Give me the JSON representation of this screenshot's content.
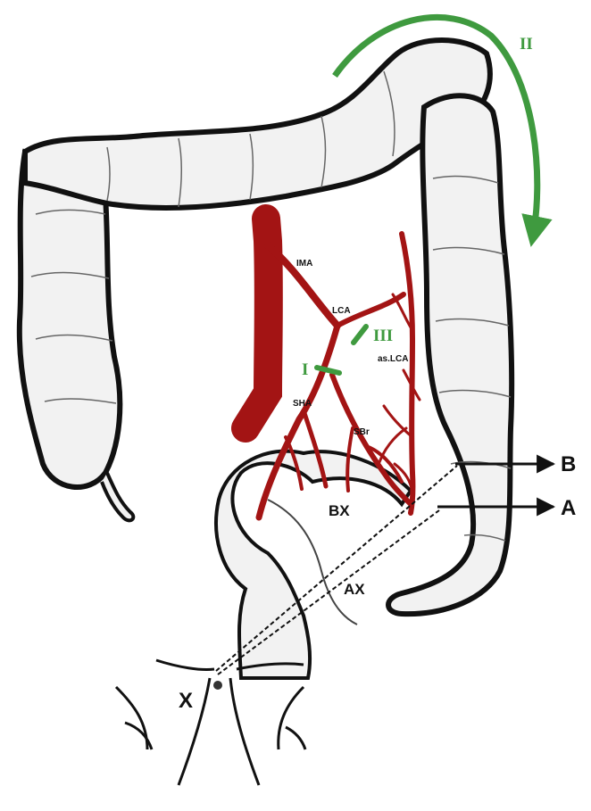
{
  "colors": {
    "artery": "#a31414",
    "accent_green": "#3f9a3f",
    "outline": "#111111",
    "bowel_fill": "#f2f2f2"
  },
  "labels": {
    "ima": "IMA",
    "lca": "LCA",
    "sha": "SHA",
    "sbr": "SBr",
    "aslca": "as.LCA",
    "roman_1": "I",
    "roman_2": "II",
    "roman_3": "III",
    "point_a": "A",
    "point_b": "B",
    "point_ax": "AX",
    "point_bx": "BX",
    "point_x": "X"
  },
  "icons": {
    "rotation_arrow": "curved-arrow-icon",
    "pointer_arrow": "arrow-right-icon"
  }
}
